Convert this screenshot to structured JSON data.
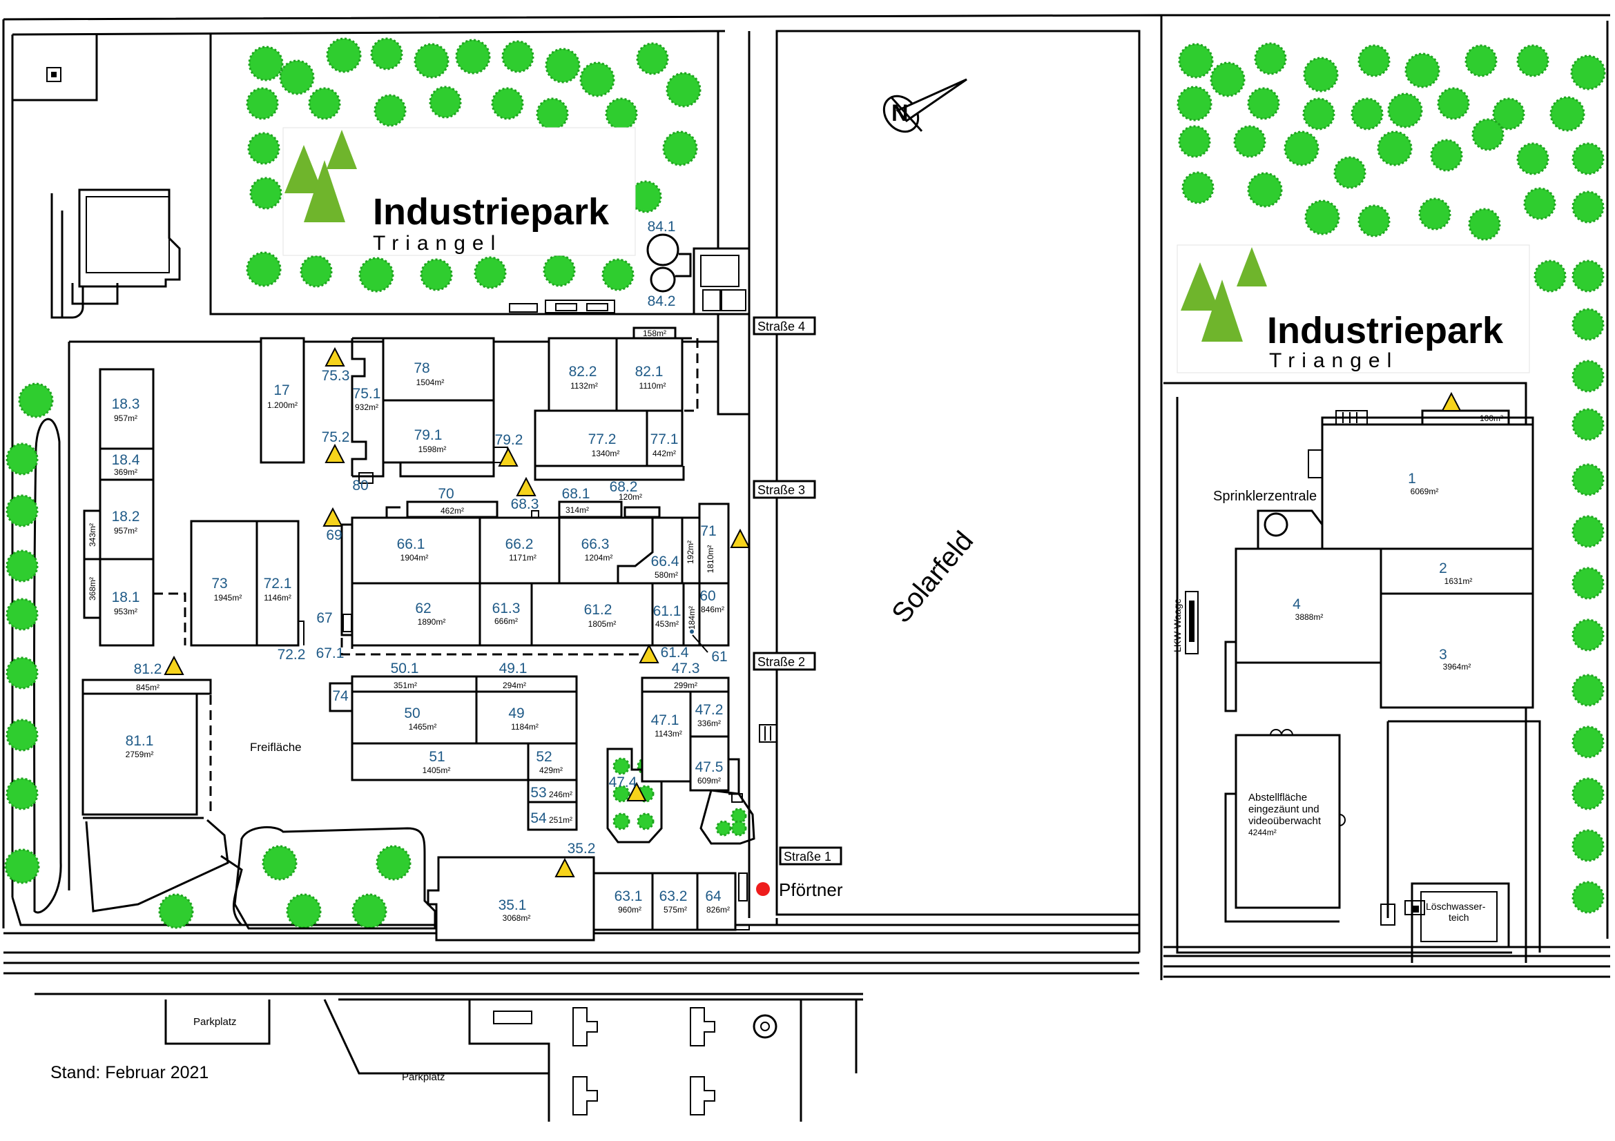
{
  "brand": {
    "name": "Industriepark",
    "sub": "Triangel",
    "color_name": "#3a2f80",
    "color_sub": "#7bb32e",
    "color_tri": "#6fb52c"
  },
  "colors": {
    "tree": "#2fcd2f",
    "number": "#1f5a87",
    "warning": "#f6d31b",
    "gate_dot": "#ee1c1c"
  },
  "stand": "Stand: Februar 2021",
  "solarfeld": "Solarfeld",
  "freiflaeche": "Freifläche",
  "pfoertner": "Pförtner",
  "sprinkler": "Sprinklerzentrale",
  "lkw_waage": "LKW Waage",
  "abstell": {
    "l1": "Abstellfläche",
    "l2": "eingezäunt und",
    "l3": "videoüberwacht",
    "area": "4244m²"
  },
  "loesch": {
    "l1": "Löschwasser-",
    "l2": "teich"
  },
  "parkplatz": "Parkplatz",
  "streets": {
    "s1": "Straße 1",
    "s2": "Straße 2",
    "s3": "Straße 3",
    "s4": "Straße 4"
  },
  "units": [
    {
      "id": "17",
      "num": "17",
      "area": "1.200m²"
    },
    {
      "id": "18-1",
      "num": "18.1",
      "area": "953m²"
    },
    {
      "id": "18-2",
      "num": "18.2",
      "area": "957m²"
    },
    {
      "id": "18-3",
      "num": "18.3",
      "area": "957m²"
    },
    {
      "id": "18-4",
      "num": "18.4",
      "area": "369m²"
    },
    {
      "id": "side-343",
      "num": "",
      "area": "343m²"
    },
    {
      "id": "side-368",
      "num": "",
      "area": "368m²"
    },
    {
      "id": "73",
      "num": "73",
      "area": "1945m²"
    },
    {
      "id": "72-1",
      "num": "72.1",
      "area": "1146m²"
    },
    {
      "id": "72-2",
      "num": "72.2",
      "area": ""
    },
    {
      "id": "81-1",
      "num": "81.1",
      "area": "2759m²"
    },
    {
      "id": "81-2",
      "num": "81.2",
      "area": "845m²"
    },
    {
      "id": "78",
      "num": "78",
      "area": "1504m²"
    },
    {
      "id": "79-1",
      "num": "79.1",
      "area": "1598m²"
    },
    {
      "id": "79-2",
      "num": "79.2",
      "area": ""
    },
    {
      "id": "75-1",
      "num": "75.1",
      "area": "932m²"
    },
    {
      "id": "75-2",
      "num": "75.2",
      "area": ""
    },
    {
      "id": "75-3",
      "num": "75.3",
      "area": ""
    },
    {
      "id": "80",
      "num": "80",
      "area": ""
    },
    {
      "id": "82-2",
      "num": "82.2",
      "area": "1132m²"
    },
    {
      "id": "82-1",
      "num": "82.1",
      "area": "1110m²"
    },
    {
      "id": "77-2",
      "num": "77.2",
      "area": "1340m²"
    },
    {
      "id": "77-1",
      "num": "77.1",
      "area": "442m²"
    },
    {
      "id": "small-158",
      "num": "",
      "area": "158m²"
    },
    {
      "id": "84-1",
      "num": "84.1",
      "area": ""
    },
    {
      "id": "84-2",
      "num": "84.2",
      "area": ""
    },
    {
      "id": "70",
      "num": "70",
      "area": "462m²"
    },
    {
      "id": "68-1",
      "num": "68.1",
      "area": "314m²"
    },
    {
      "id": "68-2",
      "num": "68.2",
      "area": "120m²"
    },
    {
      "id": "68-3",
      "num": "68.3",
      "area": ""
    },
    {
      "id": "69",
      "num": "69",
      "area": ""
    },
    {
      "id": "66-1",
      "num": "66.1",
      "area": "1904m²"
    },
    {
      "id": "66-2",
      "num": "66.2",
      "area": "1171m²"
    },
    {
      "id": "66-3",
      "num": "66.3",
      "area": "1204m²"
    },
    {
      "id": "66-4",
      "num": "66.4",
      "area": "580m²"
    },
    {
      "id": "71",
      "num": "71",
      "area": ""
    },
    {
      "id": "small-192",
      "num": "",
      "area": "192m²"
    },
    {
      "id": "small-1810",
      "num": "",
      "area": "1810m²"
    },
    {
      "id": "62",
      "num": "62",
      "area": "1890m²"
    },
    {
      "id": "61-3",
      "num": "61.3",
      "area": "666m²"
    },
    {
      "id": "61-2",
      "num": "61.2",
      "area": "1805m²"
    },
    {
      "id": "61-1",
      "num": "61.1",
      "area": "453m²"
    },
    {
      "id": "small-184",
      "num": "",
      "area": "184m²"
    },
    {
      "id": "60",
      "num": "60",
      "area": "846m²"
    },
    {
      "id": "61",
      "num": "61",
      "area": ""
    },
    {
      "id": "61-4",
      "num": "61.4",
      "area": ""
    },
    {
      "id": "67",
      "num": "67",
      "area": ""
    },
    {
      "id": "67-1",
      "num": "67.1",
      "area": ""
    },
    {
      "id": "50-1",
      "num": "50.1",
      "area": "351m²"
    },
    {
      "id": "49-1",
      "num": "49.1",
      "area": "294m²"
    },
    {
      "id": "74",
      "num": "74",
      "area": ""
    },
    {
      "id": "50",
      "num": "50",
      "area": "1465m²"
    },
    {
      "id": "49",
      "num": "49",
      "area": "1184m²"
    },
    {
      "id": "51",
      "num": "51",
      "area": "1405m²"
    },
    {
      "id": "52",
      "num": "52",
      "area": "429m²"
    },
    {
      "id": "53",
      "num": "53",
      "area": "246m²"
    },
    {
      "id": "54",
      "num": "54",
      "area": "251m²"
    },
    {
      "id": "47-3",
      "num": "47.3",
      "area": "299m²"
    },
    {
      "id": "47-1",
      "num": "47.1",
      "area": "1143m²"
    },
    {
      "id": "47-2",
      "num": "47.2",
      "area": "336m²"
    },
    {
      "id": "47-5",
      "num": "47.5",
      "area": "609m²"
    },
    {
      "id": "47-4",
      "num": "47.4",
      "area": ""
    },
    {
      "id": "35-1",
      "num": "35.1",
      "area": "3068m²"
    },
    {
      "id": "35-2",
      "num": "35.2",
      "area": ""
    },
    {
      "id": "63-1",
      "num": "63.1",
      "area": "960m²"
    },
    {
      "id": "63-2",
      "num": "63.2",
      "area": "575m²"
    },
    {
      "id": "64",
      "num": "64",
      "area": "826m²"
    },
    {
      "id": "1",
      "num": "1",
      "area": "6069m²"
    },
    {
      "id": "2",
      "num": "2",
      "area": "1631m²"
    },
    {
      "id": "3",
      "num": "3",
      "area": "3964m²"
    },
    {
      "id": "4",
      "num": "4",
      "area": "3888m²"
    },
    {
      "id": "small-100",
      "num": "",
      "area": "100m²"
    }
  ]
}
